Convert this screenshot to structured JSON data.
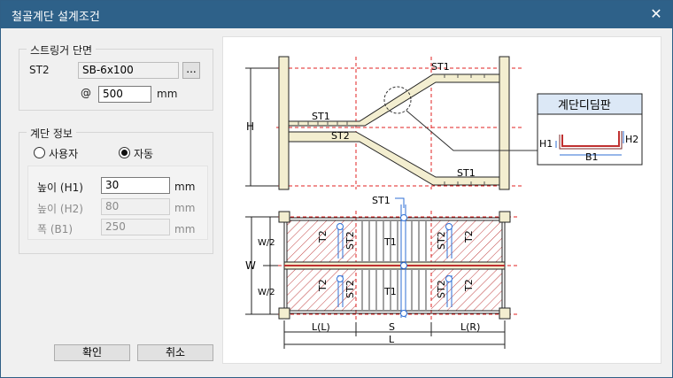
{
  "window": {
    "title": "철골계단 설계조건",
    "close_glyph": "✕"
  },
  "stringer": {
    "group_label": "스트링거 단면",
    "st2_label": "ST2",
    "section_value": "SB-6x100",
    "browse_label": "...",
    "at_label": "@",
    "spacing_value": "500",
    "spacing_unit": "mm"
  },
  "stair_info": {
    "group_label": "계단 정보",
    "radio_user": "사용자",
    "radio_auto": "자동",
    "selected": "auto",
    "h1_label": "높이 (H1)",
    "h1_value": "30",
    "h1_unit": "mm",
    "h2_label": "높이 (H2)",
    "h2_value": "80",
    "h2_unit": "mm",
    "b1_label": "폭 (B1)",
    "b1_value": "250",
    "b1_unit": "mm"
  },
  "buttons": {
    "ok": "확인",
    "cancel": "취소"
  },
  "diagram": {
    "plan": {
      "st1": "ST1",
      "st2": "ST2",
      "h": "H"
    },
    "detail": {
      "title": "계단디딤판",
      "h1": "H1",
      "h2": "H2",
      "b1": "B1"
    },
    "elev": {
      "st1": "ST1",
      "t1": "T1",
      "t2": "T2",
      "st2": "ST2",
      "w2": "W/2",
      "w": "W",
      "ll": "L(L)",
      "s": "S",
      "lr": "L(R)",
      "l": "L"
    }
  },
  "colors": {
    "titlebar": "#2e6189",
    "stringer_fill": "#f3eed0",
    "red_dash": "#e02020",
    "blue": "#2f6fd6",
    "hatch": "#c03030"
  }
}
